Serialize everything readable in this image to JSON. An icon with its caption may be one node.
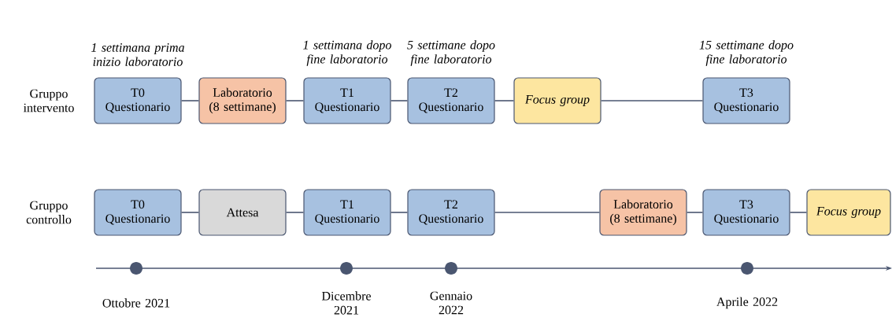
{
  "diagram": {
    "nodes": [
      {
        "text": [
          "T0 Questionario"
        ],
        "beside": [
          "1 settimana prima inizio laboratorio"
        ]
      },
      {
        "text": [
          "Laboratorio (8 settimane)"
        ]
      },
      {
        "text": [
          "T1 Questionario"
        ],
        "beside": [
          "1 settimana dopo fine laboratorio"
        ]
      },
      {
        "text": [
          "T2 Questionario"
        ],
        "beside": [
          "5 settimane dopo fine laboratorio"
        ]
      },
      {
        "text": [
          "Focus group"
        ]
      },
      {
        "text": [
          "T3 Questionario"
        ],
        "beside": [
          "15 settimane dopo fine laboratorio"
        ]
      },
      {
        "text": [
          "T0 Questionario"
        ]
      },
      {
        "text": [
          "Attesa"
        ]
      },
      {
        "text": [
          "T1 Questionario"
        ]
      },
      {
        "text": [
          "T2 Questionario"
        ]
      },
      {
        "text": [
          "Laboratorio (8 settimane)"
        ]
      },
      {
        "text": [
          "T3 Questionario"
        ]
      },
      {
        "text": [
          "Focus group"
        ]
      }
    ],
    "edges": [
      {
        "from": 0,
        "to": 1,
        "arrow": "none"
      },
      {
        "from": 1,
        "to": 2,
        "arrow": "none"
      },
      {
        "from": 2,
        "to": 3,
        "arrow": "none"
      },
      {
        "from": 3,
        "to": 4,
        "arrow": "none"
      },
      {
        "from": 4,
        "to": 5,
        "arrow": "none"
      },
      {
        "from": 6,
        "to": 7,
        "arrow": "none"
      },
      {
        "from": 7,
        "to": 8,
        "arrow": "none"
      },
      {
        "from": 8,
        "to": 9,
        "arrow": "none"
      },
      {
        "from": 9,
        "to": 10,
        "arrow": "none"
      },
      {
        "from": 10,
        "to": 11,
        "arrow": "none"
      },
      {
        "from": 11,
        "to": 12,
        "arrow": "none"
      }
    ],
    "labels": [
      "Gruppo intervento",
      "Gruppo controllo",
      "Ottobre 2021",
      "Dicembre 2021",
      "Gennaio 2022",
      "Aprile 2022"
    ]
  }
}
